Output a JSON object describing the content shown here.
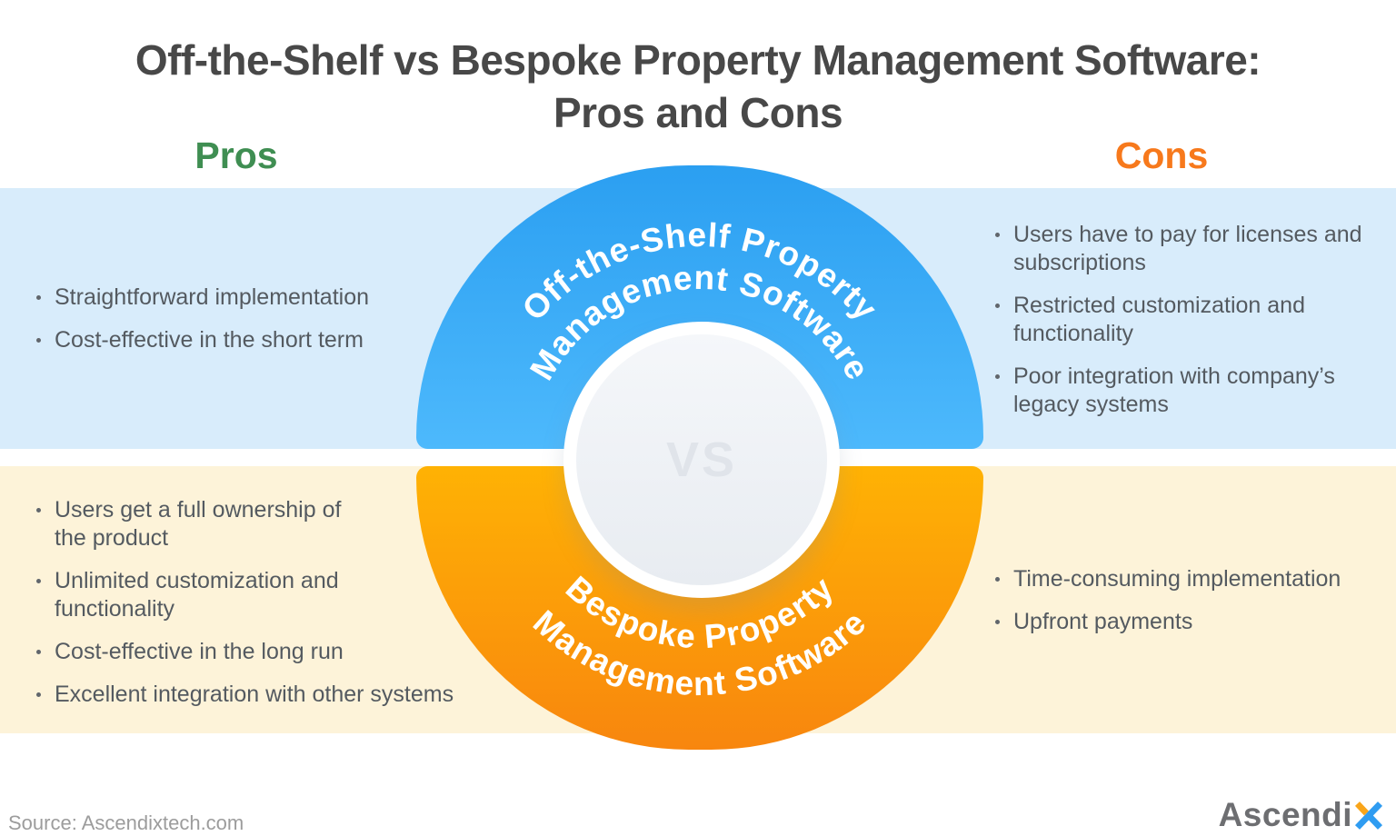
{
  "title": {
    "line1": "Off-the-Shelf vs Bespoke Property Management Software:",
    "line2": "Pros and Cons"
  },
  "column_headers": {
    "pros": "Pros",
    "cons": "Cons"
  },
  "vs_label": "VS",
  "sections": {
    "off_the_shelf": {
      "name": "Off-the-Shelf Property Management Software",
      "arc_line1": "Off-the-Shelf Property",
      "arc_line2": "Management Software",
      "pros": [
        "Straightforward implementation",
        "Cost-effective in the short term"
      ],
      "cons": [
        "Users have to pay for licenses and\nsubscriptions",
        "Restricted customization and\nfunctionality",
        "Poor integration with company’s\nlegacy systems"
      ]
    },
    "bespoke": {
      "name": "Bespoke Property Management Software",
      "arc_line1": "Bespoke Property",
      "arc_line2": "Management Software",
      "pros": [
        "Users get a full ownership of\nthe product",
        "Unlimited customization and\nfunctionality",
        "Cost-effective in the long run",
        "Excellent integration with other systems"
      ],
      "cons": [
        "Time-consuming implementation",
        "Upfront payments"
      ]
    }
  },
  "footer": {
    "source": "Source: Ascendixtech.com",
    "logo_text": "Ascendi"
  },
  "colors": {
    "pros_green": "#3f8e52",
    "cons_orange": "#f7791c",
    "band_blue": "#d8ecfb",
    "band_yellow": "#fdf3d9",
    "dome_blue_top": "#2b9ff1",
    "dome_blue_bottom": "#4db9fc",
    "dome_orange_top": "#ffb204",
    "dome_orange_bottom": "#f8860e",
    "title_gray": "#484848",
    "body_text": "#545a60",
    "vs_gray": "#e0e4ea",
    "logo_gray": "#6d6e71",
    "logo_x_blue": "#2f9cf1",
    "logo_x_orange": "#f9a51a"
  }
}
